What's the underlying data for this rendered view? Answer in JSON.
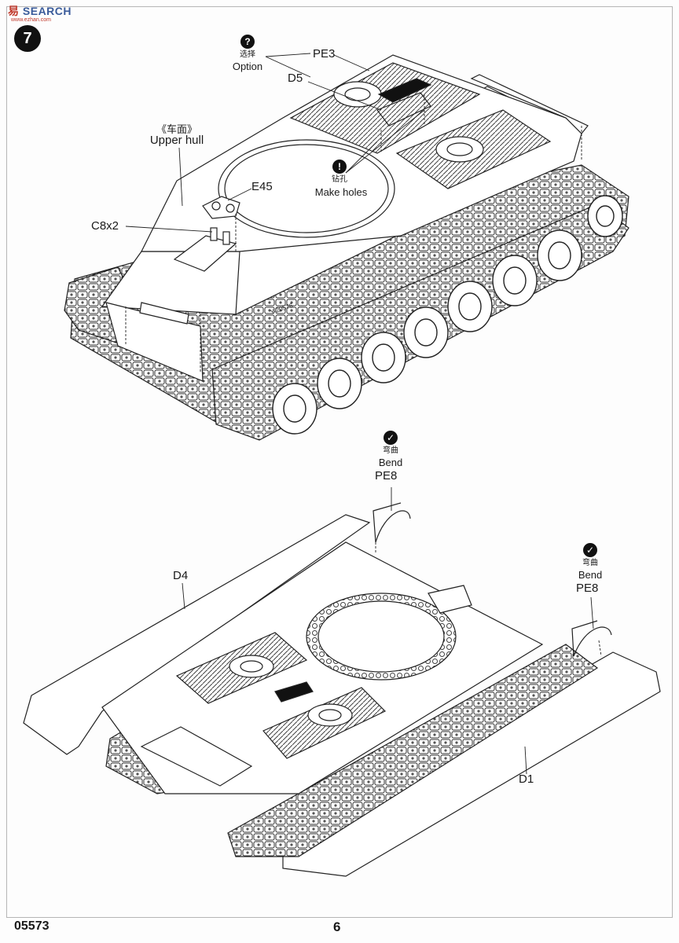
{
  "header": {
    "watermark_brand_a": "易",
    "watermark_brand_b": "SEARCH",
    "watermark_url": "www.ezhan.com",
    "step_number": "7"
  },
  "upper_assembly": {
    "option_icon": "?",
    "option_cn": "选择",
    "option_en": "Option",
    "pe3_label": "PE3",
    "d5_label": "D5",
    "upper_hull_cn": "《车面》",
    "upper_hull_en": "Upper hull",
    "holes_icon": "!",
    "holes_cn": "钻孔",
    "holes_en": "Make holes",
    "e45_label": "E45",
    "c8_label": "C8x2",
    "hull_number": "Y-20576"
  },
  "lower_assembly": {
    "bend_icon": "✓",
    "bend1_cn": "弯曲",
    "bend1_en": "Bend",
    "pe8_a_label": "PE8",
    "bend2_cn": "弯曲",
    "bend2_en": "Bend",
    "pe8_b_label": "PE8",
    "d4_label": "D4",
    "d1_label": "D1"
  },
  "footer": {
    "product_code": "05573",
    "page_number": "6"
  }
}
